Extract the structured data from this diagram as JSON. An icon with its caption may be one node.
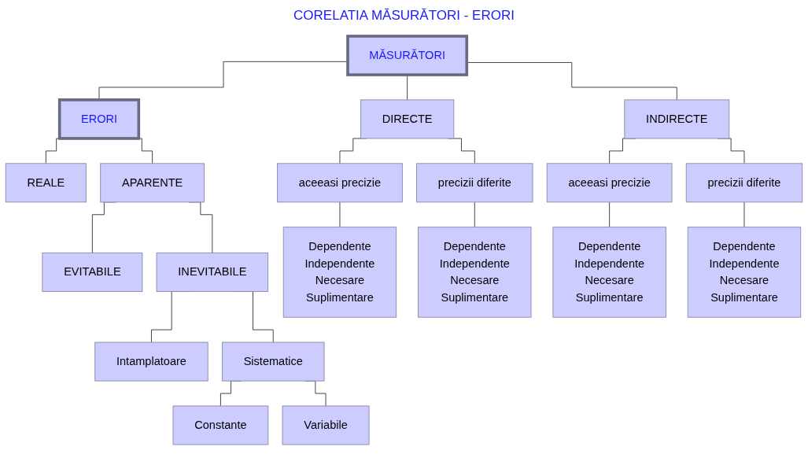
{
  "diagram": {
    "title": "CORELATIA MĂSURĂTORI - ERORI",
    "nodes": [
      {
        "text": [
          "MĂSURĂTORI"
        ]
      },
      {
        "text": [
          "ERORI"
        ]
      },
      {
        "text": [
          "DIRECTE"
        ]
      },
      {
        "text": [
          "INDIRECTE"
        ]
      },
      {
        "text": [
          "REALE"
        ]
      },
      {
        "text": [
          "APARENTE"
        ]
      },
      {
        "text": [
          "aceeasi precizie"
        ]
      },
      {
        "text": [
          "precizii diferite"
        ]
      },
      {
        "text": [
          "aceeasi precizie"
        ]
      },
      {
        "text": [
          "precizii diferite"
        ]
      },
      {
        "text": [
          "Dependente",
          "Independente",
          "Necesare",
          "Suplimentare"
        ]
      },
      {
        "text": [
          "Dependente",
          "Independente",
          "Necesare",
          "Suplimentare"
        ]
      },
      {
        "text": [
          "Dependente",
          "Independente",
          "Necesare",
          "Suplimentare"
        ]
      },
      {
        "text": [
          "Dependente",
          "Independente",
          "Necesare",
          "Suplimentare"
        ]
      },
      {
        "text": [
          "EVITABILE"
        ]
      },
      {
        "text": [
          "INEVITABILE"
        ]
      },
      {
        "text": [
          "Intamplatoare"
        ]
      },
      {
        "text": [
          "Sistematice"
        ]
      },
      {
        "text": [
          "Constante"
        ]
      },
      {
        "text": [
          "Variabile"
        ]
      }
    ],
    "edges": [
      {
        "from": 0,
        "to": 1,
        "arrow": "none"
      },
      {
        "from": 0,
        "to": 2,
        "arrow": "none"
      },
      {
        "from": 0,
        "to": 3,
        "arrow": "none"
      },
      {
        "from": 1,
        "to": 4,
        "arrow": "none"
      },
      {
        "from": 1,
        "to": 5,
        "arrow": "none"
      },
      {
        "from": 2,
        "to": 6,
        "arrow": "none"
      },
      {
        "from": 2,
        "to": 7,
        "arrow": "none"
      },
      {
        "from": 3,
        "to": 8,
        "arrow": "none"
      },
      {
        "from": 3,
        "to": 9,
        "arrow": "none"
      },
      {
        "from": 6,
        "to": 10,
        "arrow": "none"
      },
      {
        "from": 7,
        "to": 11,
        "arrow": "none"
      },
      {
        "from": 8,
        "to": 12,
        "arrow": "none"
      },
      {
        "from": 9,
        "to": 13,
        "arrow": "none"
      },
      {
        "from": 5,
        "to": 14,
        "arrow": "none"
      },
      {
        "from": 5,
        "to": 15,
        "arrow": "none"
      },
      {
        "from": 15,
        "to": 16,
        "arrow": "none"
      },
      {
        "from": 15,
        "to": 17,
        "arrow": "none"
      },
      {
        "from": 17,
        "to": 18,
        "arrow": "none"
      },
      {
        "from": 17,
        "to": 19,
        "arrow": "none"
      }
    ]
  }
}
